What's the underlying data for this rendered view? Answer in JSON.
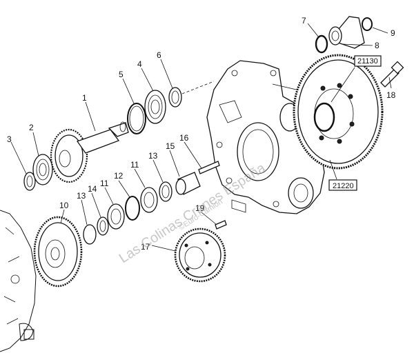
{
  "diagram": {
    "callouts": [
      {
        "id": "c1",
        "text": "1"
      },
      {
        "id": "c2",
        "text": "2"
      },
      {
        "id": "c3",
        "text": "3"
      },
      {
        "id": "c4",
        "text": "4"
      },
      {
        "id": "c5",
        "text": "5"
      },
      {
        "id": "c6",
        "text": "6"
      },
      {
        "id": "c7",
        "text": "7"
      },
      {
        "id": "c8",
        "text": "8"
      },
      {
        "id": "c9",
        "text": "9"
      },
      {
        "id": "c10",
        "text": "10"
      },
      {
        "id": "c11a",
        "text": "11"
      },
      {
        "id": "c11b",
        "text": "11"
      },
      {
        "id": "c12",
        "text": "12"
      },
      {
        "id": "c13a",
        "text": "13"
      },
      {
        "id": "c13b",
        "text": "13"
      },
      {
        "id": "c14",
        "text": "14"
      },
      {
        "id": "c15",
        "text": "15"
      },
      {
        "id": "c16",
        "text": "16"
      },
      {
        "id": "c17",
        "text": "17"
      },
      {
        "id": "c18",
        "text": "18"
      },
      {
        "id": "c19",
        "text": "19"
      }
    ],
    "boxed_refs": [
      {
        "id": "r21130",
        "text": "21130"
      },
      {
        "id": "r21220",
        "text": "21220"
      }
    ]
  },
  "watermark": {
    "main": "Las Colinas Cranes España",
    "sub": "©Euro-Camion"
  }
}
